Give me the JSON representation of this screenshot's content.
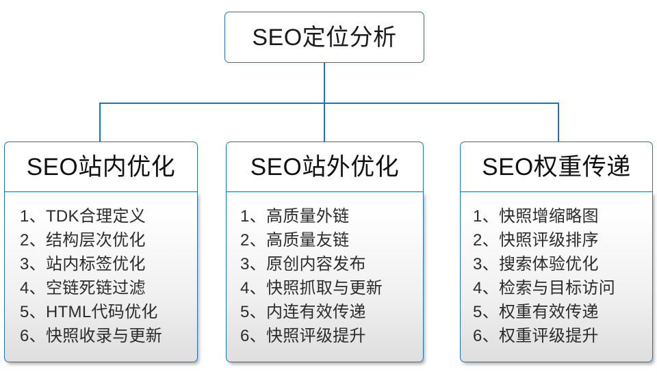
{
  "diagram": {
    "root": {
      "label": "SEO定位分析"
    },
    "branches": [
      {
        "header": "SEO站内优化",
        "items": [
          "1、TDK合理定义",
          "2、结构层次优化",
          "3、站内标签优化",
          "4、空链死链过滤",
          "5、HTML代码优化",
          "6、快照收录与更新"
        ]
      },
      {
        "header": "SEO站外优化",
        "items": [
          "1、高质量外链",
          "2、高质量友链",
          "3、原创内容发布",
          "4、快照抓取与更新",
          "5、内连有效传递",
          "6、快照评级提升"
        ]
      },
      {
        "header": "SEO权重传递",
        "items": [
          "1、快照增缩略图",
          "2、快照评级排序",
          "3、搜索体验优化",
          "4、检索与目标访问",
          "5、权重有效传递",
          "6、权重评级提升"
        ]
      }
    ],
    "colors": {
      "border": "#1f72bd",
      "connector": "#1f72bd",
      "text": "#1a1a1a",
      "panel_top": "#ffffff",
      "panel_bottom": "#dedede",
      "background": "#ffffff"
    }
  }
}
